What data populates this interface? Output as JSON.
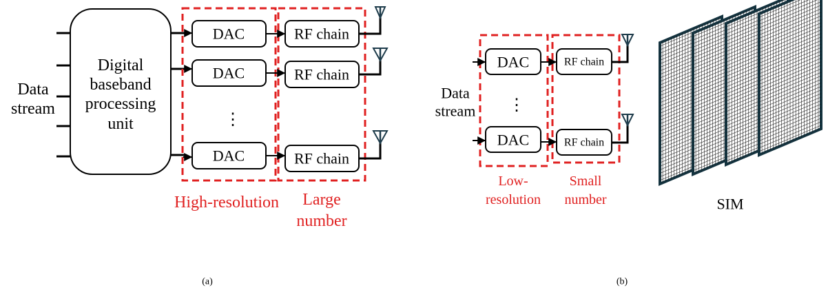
{
  "panel_a": {
    "input_label": [
      "Data",
      "stream"
    ],
    "processor_label": [
      "Digital",
      "baseband",
      "processing",
      "unit"
    ],
    "dac_labels": [
      "DAC",
      "DAC",
      "DAC"
    ],
    "ellipsis": "⋮",
    "rf_labels": [
      "RF chain",
      "RF chain",
      "RF chain"
    ],
    "dac_group_label": "High-resolution",
    "rf_group_label": [
      "Large",
      "number"
    ],
    "caption": "(a)"
  },
  "panel_b": {
    "input_label": [
      "Data",
      "stream"
    ],
    "dac_labels": [
      "DAC",
      "DAC"
    ],
    "ellipsis": "⋮",
    "rf_labels": [
      "RF chain",
      "RF chain"
    ],
    "dac_group_label": [
      "Low-",
      "resolution"
    ],
    "rf_group_label": [
      "Small",
      "number"
    ],
    "sim_label": "SIM",
    "caption": "(b)"
  },
  "colors": {
    "highlight": "#e02020",
    "antenna": "#1d3b4a",
    "sim_frame": "#14333f"
  }
}
